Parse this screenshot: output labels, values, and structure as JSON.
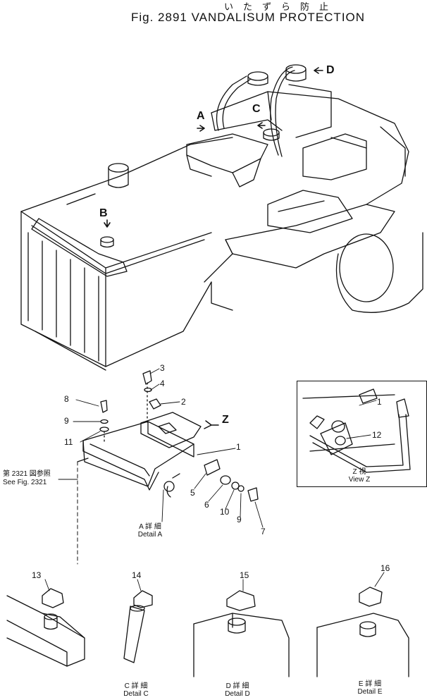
{
  "title": {
    "japanese": "いたずら防止",
    "english": "Fig. 2891  VANDALISUM  PROTECTION"
  },
  "view_labels": [
    "A",
    "B",
    "C",
    "D",
    "Z"
  ],
  "part_numbers": [
    "1",
    "2",
    "3",
    "4",
    "5",
    "6",
    "7",
    "8",
    "9",
    "10",
    "11",
    "12",
    "13",
    "14",
    "15",
    "16"
  ],
  "callouts": {
    "see_fig_jp": "第 2321 図参照",
    "see_fig": "See  Fig. 2321",
    "part_9_second": "9",
    "part_1_view_z": "1"
  },
  "captions": {
    "detail_a_jp": "A 詳 細",
    "detail_a": "Detail  A",
    "view_z_jp": "Z 視",
    "view_z": "View  Z",
    "detail_c_jp": "C 詳 細",
    "detail_c": "Detail  C",
    "detail_d_jp": "D 詳 細",
    "detail_d": "Detail  D",
    "detail_e_jp": "E 詳 細",
    "detail_e": "Detail  E"
  }
}
